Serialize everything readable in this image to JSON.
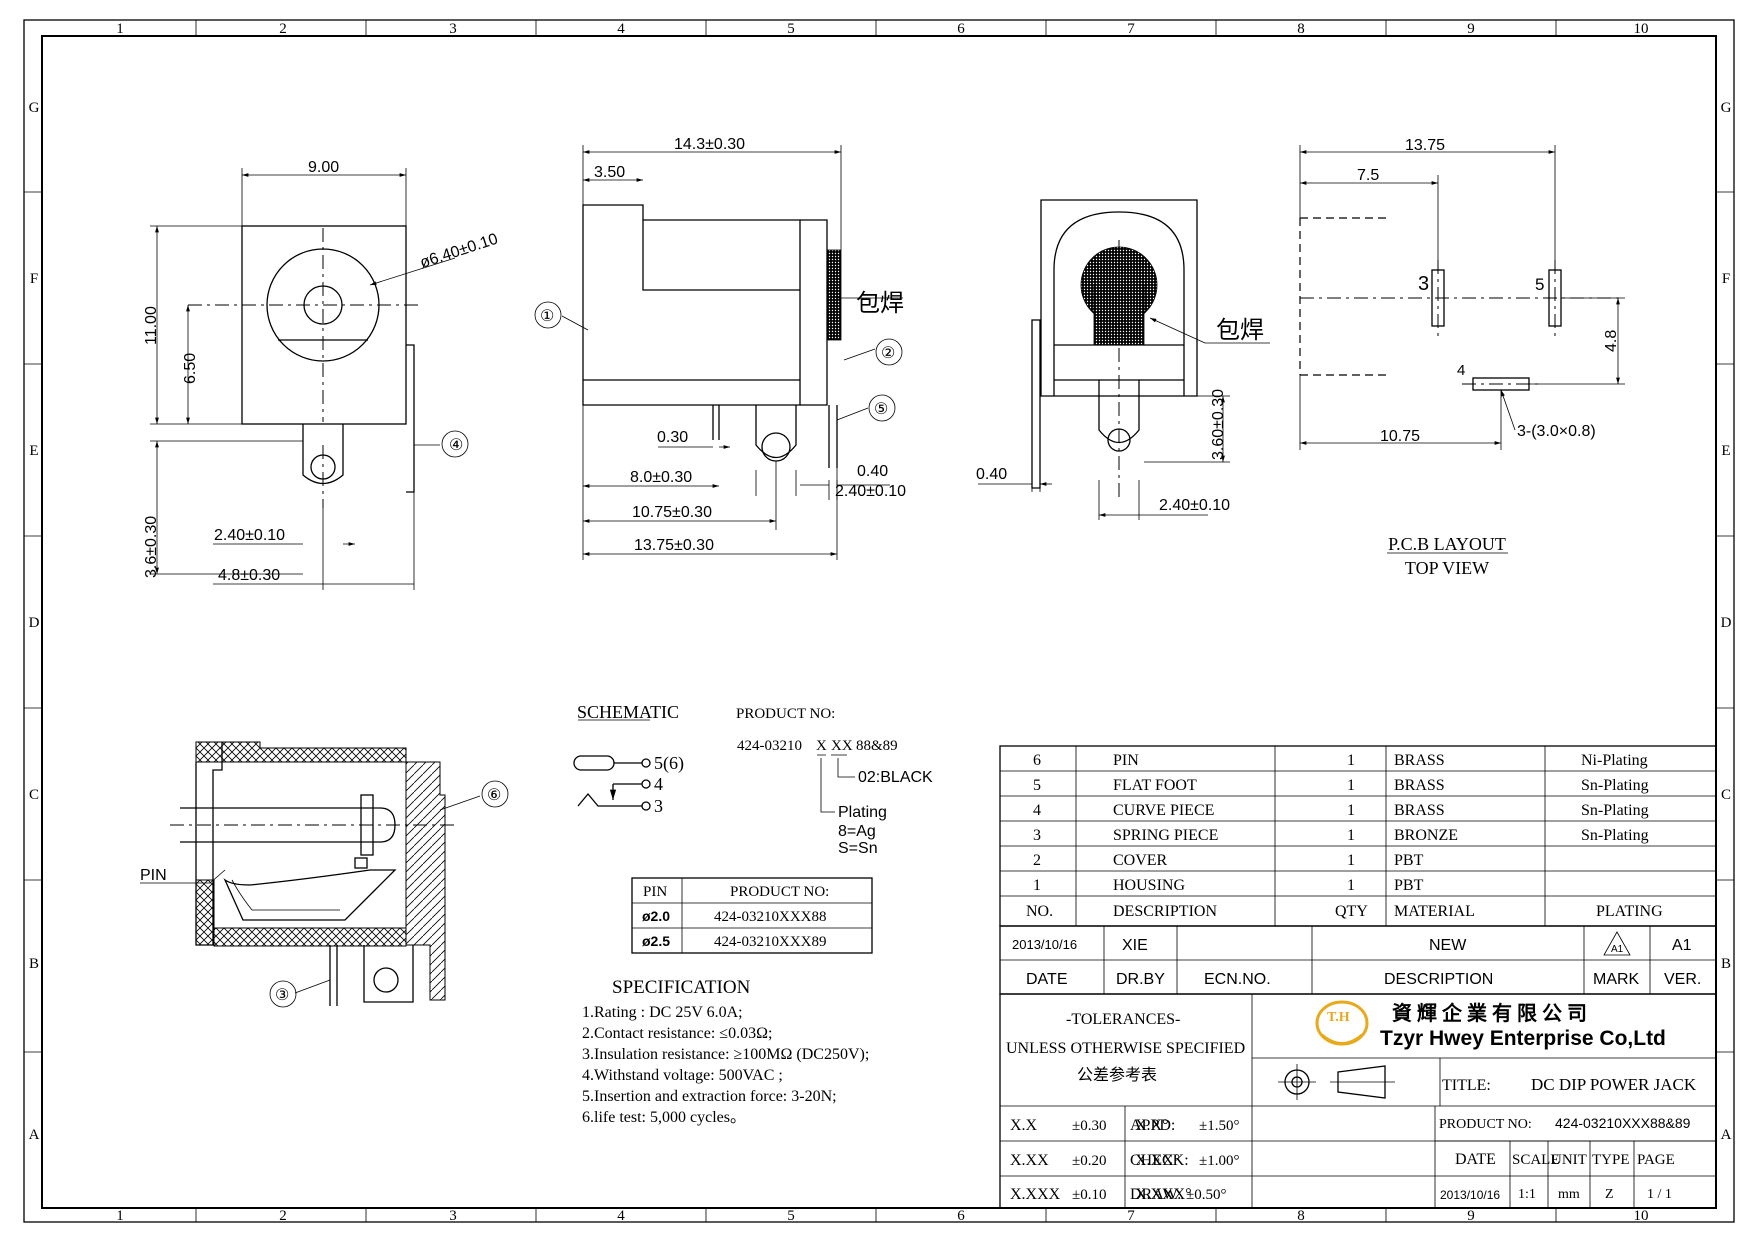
{
  "frame": {
    "col_numbers": [
      "1",
      "2",
      "3",
      "4",
      "5",
      "6",
      "7",
      "8",
      "9",
      "10"
    ],
    "row_letters": [
      "G",
      "F",
      "E",
      "D",
      "C",
      "B",
      "A"
    ]
  },
  "view_front": {
    "dims": {
      "width": "9.00",
      "height": "11.00",
      "center_h": "6.50",
      "pin_depth": "3.6±0.30",
      "pin_width": "2.40±0.10",
      "pin_offset": "4.8±0.30",
      "hole_dia": "ø6.40±0.10"
    },
    "callout": "④"
  },
  "view_side": {
    "dims": {
      "overall": "14.3±0.30",
      "front": "3.50",
      "pin_thk": "0.30",
      "d1": "8.0±0.30",
      "d2": "10.75±0.30",
      "d3": "13.75±0.30",
      "foot_thk": "0.40",
      "foot_w": "2.40±0.10"
    },
    "callouts": [
      "①",
      "②",
      "⑤"
    ],
    "solder_note": "包焊"
  },
  "view_rear": {
    "dims": {
      "foot_thk": "0.40",
      "pin_w": "2.40±0.10",
      "pin_h": "3.60±0.30"
    },
    "solder_note": "包焊"
  },
  "pcb": {
    "dims": {
      "overall": "13.75",
      "d1": "7.5",
      "d2": "10.75",
      "vert": "4.8"
    },
    "pad_labels": [
      "3",
      "5",
      "4"
    ],
    "slots": "3-(3.0×0.8)",
    "title1": "P.C.B LAYOUT",
    "title2": "TOP VIEW"
  },
  "section_view": {
    "pin_label": "PIN",
    "callouts": [
      "⑥",
      "③"
    ]
  },
  "schematic": {
    "title": "SCHEMATIC",
    "pins": [
      "5(6)",
      "4",
      "3"
    ]
  },
  "product_no": {
    "label": "PRODUCT NO:",
    "code_prefix": "424-03210",
    "code_x": "X",
    "code_xx": "XX",
    "code_suffix": "88&89",
    "color_note": "02:BLACK",
    "plating_title": "Plating",
    "plating_ag": "8=Ag",
    "plating_sn": "S=Sn"
  },
  "pin_table": {
    "headers": [
      "PIN",
      "PRODUCT NO:"
    ],
    "rows": [
      [
        "ø2.0",
        "424-03210XXX88"
      ],
      [
        "ø2.5",
        "424-03210XXX89"
      ]
    ]
  },
  "specification": {
    "title": "SPECIFICATION",
    "items": [
      "1.Rating : DC 25V 6.0A;",
      "2.Contact resistance: ≤0.03Ω;",
      "3.Insulation resistance: ≥100MΩ (DC250V);",
      "4.Withstand voltage: 500VAC ;",
      "5.Insertion and extraction force: 3-20N;",
      "6.life test: 5,000 cycles。"
    ]
  },
  "bom": {
    "rows": [
      [
        "6",
        "PIN",
        "1",
        "BRASS",
        "Ni-Plating"
      ],
      [
        "5",
        "FLAT FOOT",
        "1",
        "BRASS",
        "Sn-Plating"
      ],
      [
        "4",
        "CURVE PIECE",
        "1",
        "BRASS",
        "Sn-Plating"
      ],
      [
        "3",
        "SPRING PIECE",
        "1",
        "BRONZE",
        "Sn-Plating"
      ],
      [
        "2",
        "COVER",
        "1",
        "PBT",
        ""
      ],
      [
        "1",
        "HOUSING",
        "1",
        "PBT",
        ""
      ]
    ],
    "headers": [
      "NO.",
      "DESCRIPTION",
      "QTY",
      "MATERIAL",
      "PLATING"
    ]
  },
  "revision": {
    "date_val": "2013/10/16",
    "drby_val": "XIE",
    "ecn_val": "",
    "desc_val": "NEW",
    "mark_val": "A1",
    "ver_val": "A1",
    "labels": [
      "DATE",
      "DR.BY",
      "ECN.NO.",
      "DESCRIPTION",
      "MARK",
      "VER."
    ]
  },
  "tolerances": {
    "title": "-TOLERANCES-",
    "line2": "UNLESS OTHERWISE SPECIFIED",
    "line3": "公差参考表",
    "rows": [
      [
        "X.X",
        "±0.30",
        "X.X°",
        "±1.50°"
      ],
      [
        "X.XX",
        "±0.20",
        "X.XX°",
        "±1.00°"
      ],
      [
        "X.XXX",
        "±0.10",
        "X.XXX°",
        "±0.50°"
      ]
    ]
  },
  "company": {
    "logo_text": "T.H",
    "cn_name": "資 輝 企 業 有 限 公 司",
    "en_name": "Tzyr Hwey Enterprise Co,Ltd",
    "brand_color": "#e8a91b",
    "accent_color": "#d4241c"
  },
  "title_block": {
    "title_label": "TITLE:",
    "title_val": "DC DIP POWER JACK",
    "product_label": "PRODUCT NO:",
    "product_val": "424-03210XXX88&89",
    "appd": "APPD:",
    "check": "CHECK:",
    "draw": "DRAW:",
    "col_labels": [
      "DATE",
      "SCALE",
      "UNIT",
      "TYPE",
      "PAGE"
    ],
    "col_vals": [
      "2013/10/16",
      "1:1",
      "mm",
      "Z",
      "1 / 1"
    ]
  }
}
